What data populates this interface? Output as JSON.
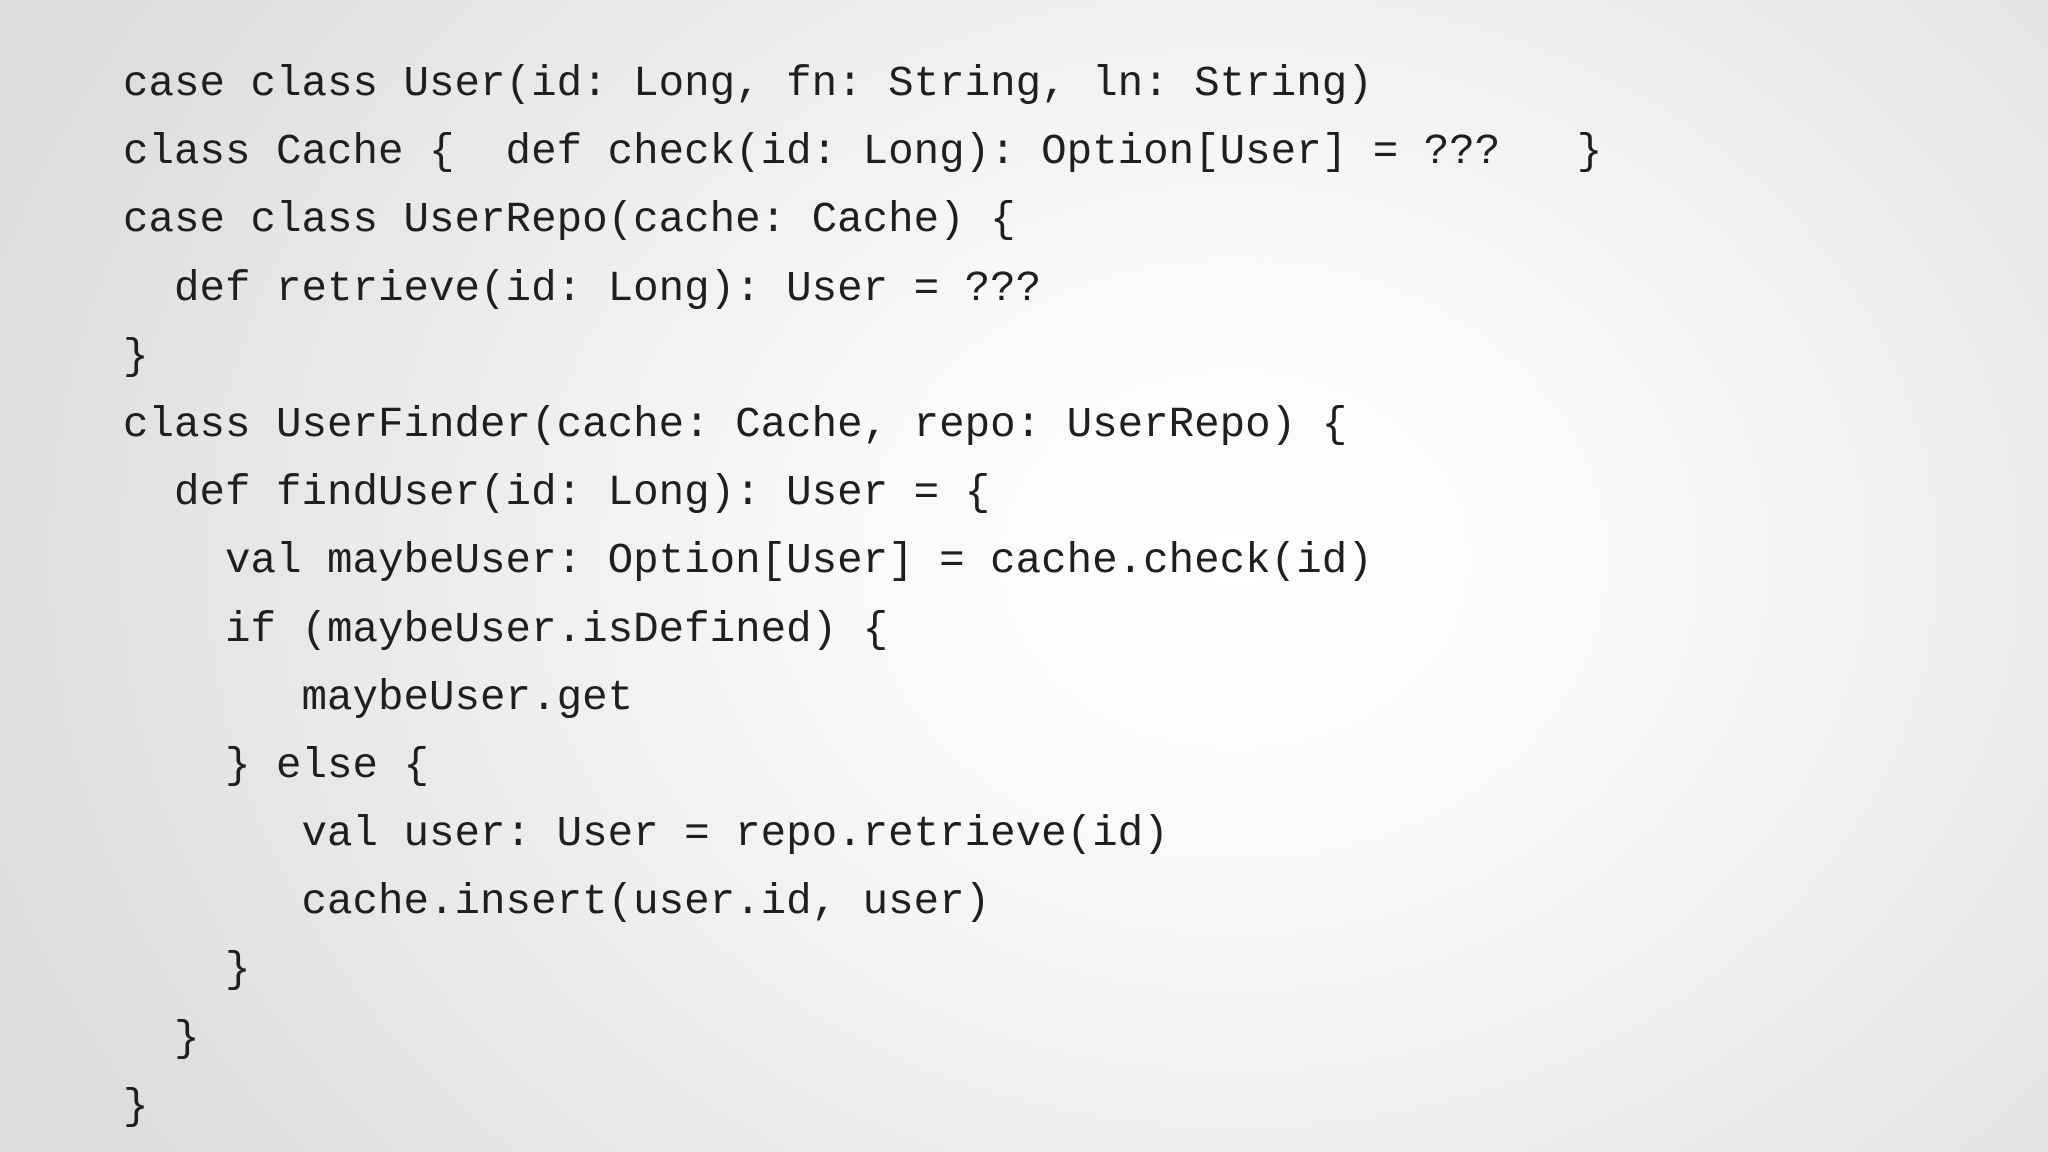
{
  "code": {
    "lines": [
      "case class User(id: Long, fn: String, ln: String)",
      "class Cache {  def check(id: Long): Option[User] = ???   }",
      "case class UserRepo(cache: Cache) {",
      "  def retrieve(id: Long): User = ???",
      "}",
      "class UserFinder(cache: Cache, repo: UserRepo) {",
      "  def findUser(id: Long): User = {",
      "    val maybeUser: Option[User] = cache.check(id)",
      "    if (maybeUser.isDefined) {",
      "       maybeUser.get",
      "    } else {",
      "       val user: User = repo.retrieve(id)",
      "       cache.insert(user.id, user)",
      "    }",
      "  }",
      "}"
    ]
  }
}
